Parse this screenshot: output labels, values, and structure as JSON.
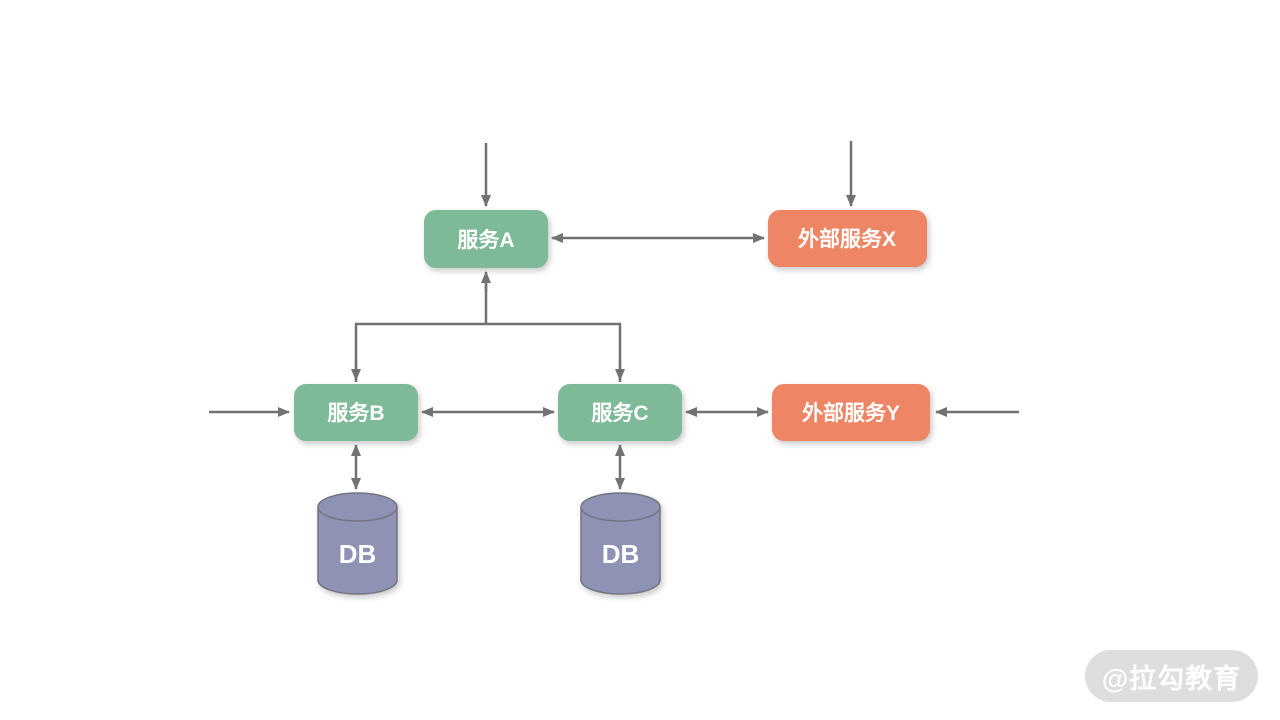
{
  "diagram": {
    "nodes": {
      "service_a": {
        "label": "服务A",
        "type": "service"
      },
      "service_b": {
        "label": "服务B",
        "type": "service"
      },
      "service_c": {
        "label": "服务C",
        "type": "service"
      },
      "external_x": {
        "label": "外部服务X",
        "type": "external-service"
      },
      "external_y": {
        "label": "外部服务Y",
        "type": "external-service"
      },
      "db_left": {
        "label": "DB",
        "type": "database"
      },
      "db_right": {
        "label": "DB",
        "type": "database"
      }
    },
    "edges": [
      {
        "from": "inbound-top",
        "to": "service_a",
        "arrows": "end"
      },
      {
        "from": "inbound-top",
        "to": "external_x",
        "arrows": "end"
      },
      {
        "from": "service_a",
        "to": "external_x",
        "arrows": "both"
      },
      {
        "from": "service_b_c_branch",
        "to": "service_a",
        "arrows": "up-into-service_a"
      },
      {
        "from": "service_b_c_branch",
        "to": "service_b",
        "arrows": "down-into-service_b"
      },
      {
        "from": "service_b_c_branch",
        "to": "service_c",
        "arrows": "down-into-service_c"
      },
      {
        "from": "inbound-left",
        "to": "service_b",
        "arrows": "end"
      },
      {
        "from": "service_b",
        "to": "service_c",
        "arrows": "both"
      },
      {
        "from": "service_c",
        "to": "external_y",
        "arrows": "both"
      },
      {
        "from": "inbound-right",
        "to": "external_y",
        "arrows": "end"
      },
      {
        "from": "service_b",
        "to": "db_left",
        "arrows": "both"
      },
      {
        "from": "service_c",
        "to": "db_right",
        "arrows": "both"
      }
    ],
    "colors": {
      "service_fill": "#7eba98",
      "external_fill": "#ee8565",
      "database_fill": "#8e93b5",
      "database_stroke": "#74747f",
      "edge_stroke": "#727272",
      "label_text": "#ffffff",
      "background": "#ffffff"
    }
  },
  "watermark": {
    "label": "@拉勾教育"
  }
}
